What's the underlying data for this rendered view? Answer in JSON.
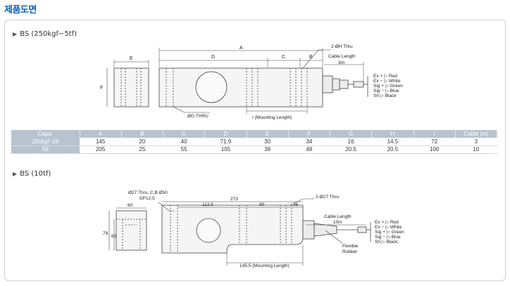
{
  "page_title": "제품도면",
  "section1": {
    "title": "BS (250kgf~5tf)",
    "labels": {
      "E": "E",
      "F": "F",
      "A": "A",
      "D": "D",
      "C": "C",
      "B": "B",
      "thru_h": "2-ØH Thru",
      "cable_length": "Cable Length",
      "cable_len_value": "3m",
      "thru_g": "ØG THRU",
      "mounting": "I (Mounting Length)"
    },
    "wires": [
      {
        "sig": "Ex",
        "mark": "+",
        "color": "Red"
      },
      {
        "sig": "Ex",
        "mark": "−",
        "color": "White"
      },
      {
        "sig": "Sig",
        "mark": "+",
        "color": "Green"
      },
      {
        "sig": "Sig",
        "mark": "−",
        "color": "Blue"
      },
      {
        "sig": "Sh",
        "mark": "",
        "color": "Black"
      }
    ]
  },
  "table": {
    "headers": [
      "Capa.",
      "A",
      "B",
      "C",
      "D",
      "E",
      "F",
      "G",
      "H",
      "I",
      "Cable (m)"
    ],
    "rows": [
      [
        "250kgf~2tf",
        "145",
        "20",
        "40",
        "71.9",
        "30",
        "34",
        "16",
        "14.5",
        "72",
        "3"
      ],
      [
        "5tf",
        "205",
        "25",
        "55",
        "105",
        "38",
        "48",
        "20.5",
        "20.5",
        "100",
        "10"
      ]
    ]
  },
  "section2": {
    "title": "BS (10tf)",
    "labels": {
      "thru_27": "Ø27 Thru, C.B Ø50",
      "dp": "DP12.5",
      "w60": "60",
      "h79": "79",
      "h63": "63",
      "d112": "112.5",
      "d273": "273",
      "d90": "90",
      "d36": "36",
      "thru_2": "2-Ø27 Thru",
      "cable_length": "Cable Length",
      "cable_len_value": "10m",
      "flexible": "Flexible",
      "rubber": "Rubber",
      "mounting": "145.5 (Mounting Length)"
    },
    "wires": [
      {
        "sig": "Ex",
        "mark": "+",
        "color": "Red"
      },
      {
        "sig": "Ex",
        "mark": "−",
        "color": "White"
      },
      {
        "sig": "Sig",
        "mark": "+",
        "color": "Green"
      },
      {
        "sig": "Sig",
        "mark": "−",
        "color": "Blue"
      },
      {
        "sig": "Sh",
        "mark": "",
        "color": "Black"
      }
    ]
  }
}
